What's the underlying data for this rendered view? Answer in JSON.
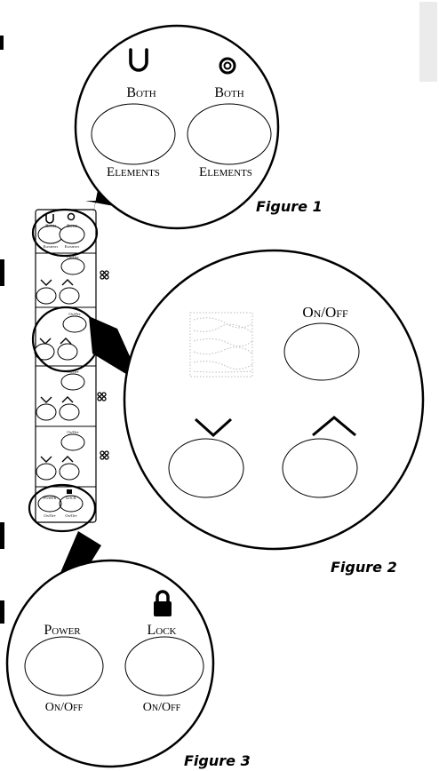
{
  "figure1": {
    "caption": "Figure 1",
    "buttons": [
      {
        "top_label": "Both",
        "bottom_label": "Elements",
        "icon": "u-shaped-element-icon"
      },
      {
        "top_label": "Both",
        "bottom_label": "Elements",
        "icon": "concentric-circle-element-icon"
      }
    ]
  },
  "figure2": {
    "caption": "Figure 2",
    "onoff_label": "On/Off",
    "down_icon": "chevron-down-icon",
    "up_icon": "chevron-up-icon",
    "level_indicator_icon": "level-indicator-icon"
  },
  "figure3": {
    "caption": "Figure 3",
    "power_label": "Power",
    "lock_label": "Lock",
    "power_bottom": "On/Off",
    "lock_bottom": "On/Off",
    "lock_icon": "lock-icon"
  },
  "panel": {
    "burner_section_labels": [
      "On/Off",
      "On/Off",
      "On/Off",
      "On/Off"
    ],
    "top_labels": [
      "Both",
      "Both"
    ],
    "bottom_labels": [
      "Elements",
      "Elements"
    ],
    "footer_top": [
      "Power",
      "Lock"
    ],
    "footer_bottom": [
      "On/Off",
      "On/Off"
    ]
  }
}
